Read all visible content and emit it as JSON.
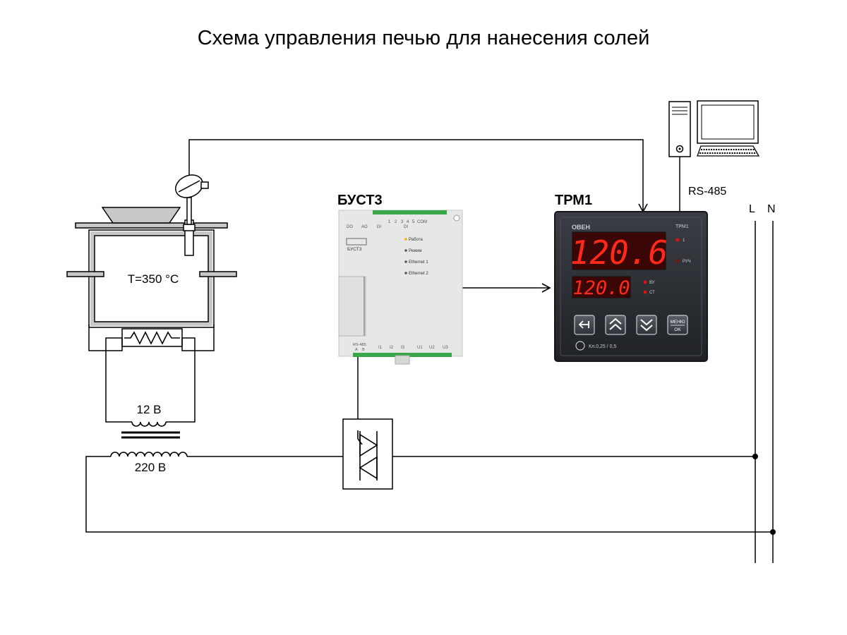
{
  "title": "Схема управления печью для нанесения солей",
  "furnace": {
    "temperature_label": "T=350 °C"
  },
  "transformer": {
    "secondary_label": "12 В",
    "primary_label": "220 В"
  },
  "bust3": {
    "heading": "БУСТ3",
    "model": "БУСТ3",
    "top_terminals": [
      "DO",
      "AO",
      "DI",
      "1",
      "2",
      "3",
      "4",
      "5",
      "COM",
      "DI"
    ],
    "leds": [
      "Работа",
      "Режим",
      "Ethernet 1",
      "Ethernet 2"
    ],
    "bottom_terminals": [
      "RS-485",
      "A",
      "B",
      "I1",
      "I2",
      "I3",
      "U1",
      "U2",
      "U3"
    ]
  },
  "trm1": {
    "heading": "ТРМ1",
    "model": "ТРМ1",
    "display_main": "120.6",
    "display_set": "120.0",
    "indicators": [
      "1",
      "РУЧ",
      "ВУ",
      "СТ"
    ],
    "buttons": {
      "menu_line1": "МЕНЮ",
      "menu_line2": "OK"
    },
    "accuracy": "Кл.0,25 / 0,5"
  },
  "computer": {
    "interface_label": "RS-485"
  },
  "mains": {
    "line_label": "L",
    "neutral_label": "N"
  },
  "colors": {
    "display_bg": "#3a0606",
    "display_digits": "#ff2a1a",
    "led_red": "#e01010",
    "panel_dark": "#2b2e33",
    "module_body": "#e6e8e6",
    "terminal_green": "#3aa64a"
  }
}
